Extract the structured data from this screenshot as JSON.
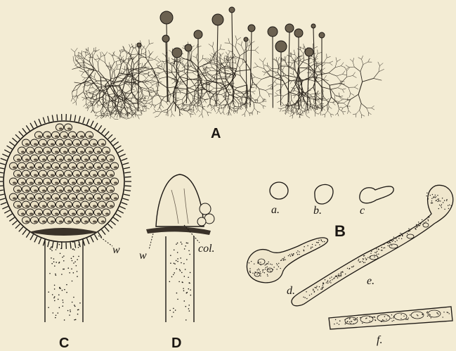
{
  "figure": {
    "panel_a": "A",
    "panel_b": "B",
    "panel_c": "C",
    "panel_d": "D",
    "sublabels": {
      "a": "a.",
      "b": "b.",
      "c": "c",
      "d": "d.",
      "e": "e.",
      "f": "f.",
      "w_c": "w",
      "w_d": "w",
      "col": "col."
    }
  },
  "colors": {
    "paper": "#f3ecd4",
    "ink": "#1a1612"
  }
}
